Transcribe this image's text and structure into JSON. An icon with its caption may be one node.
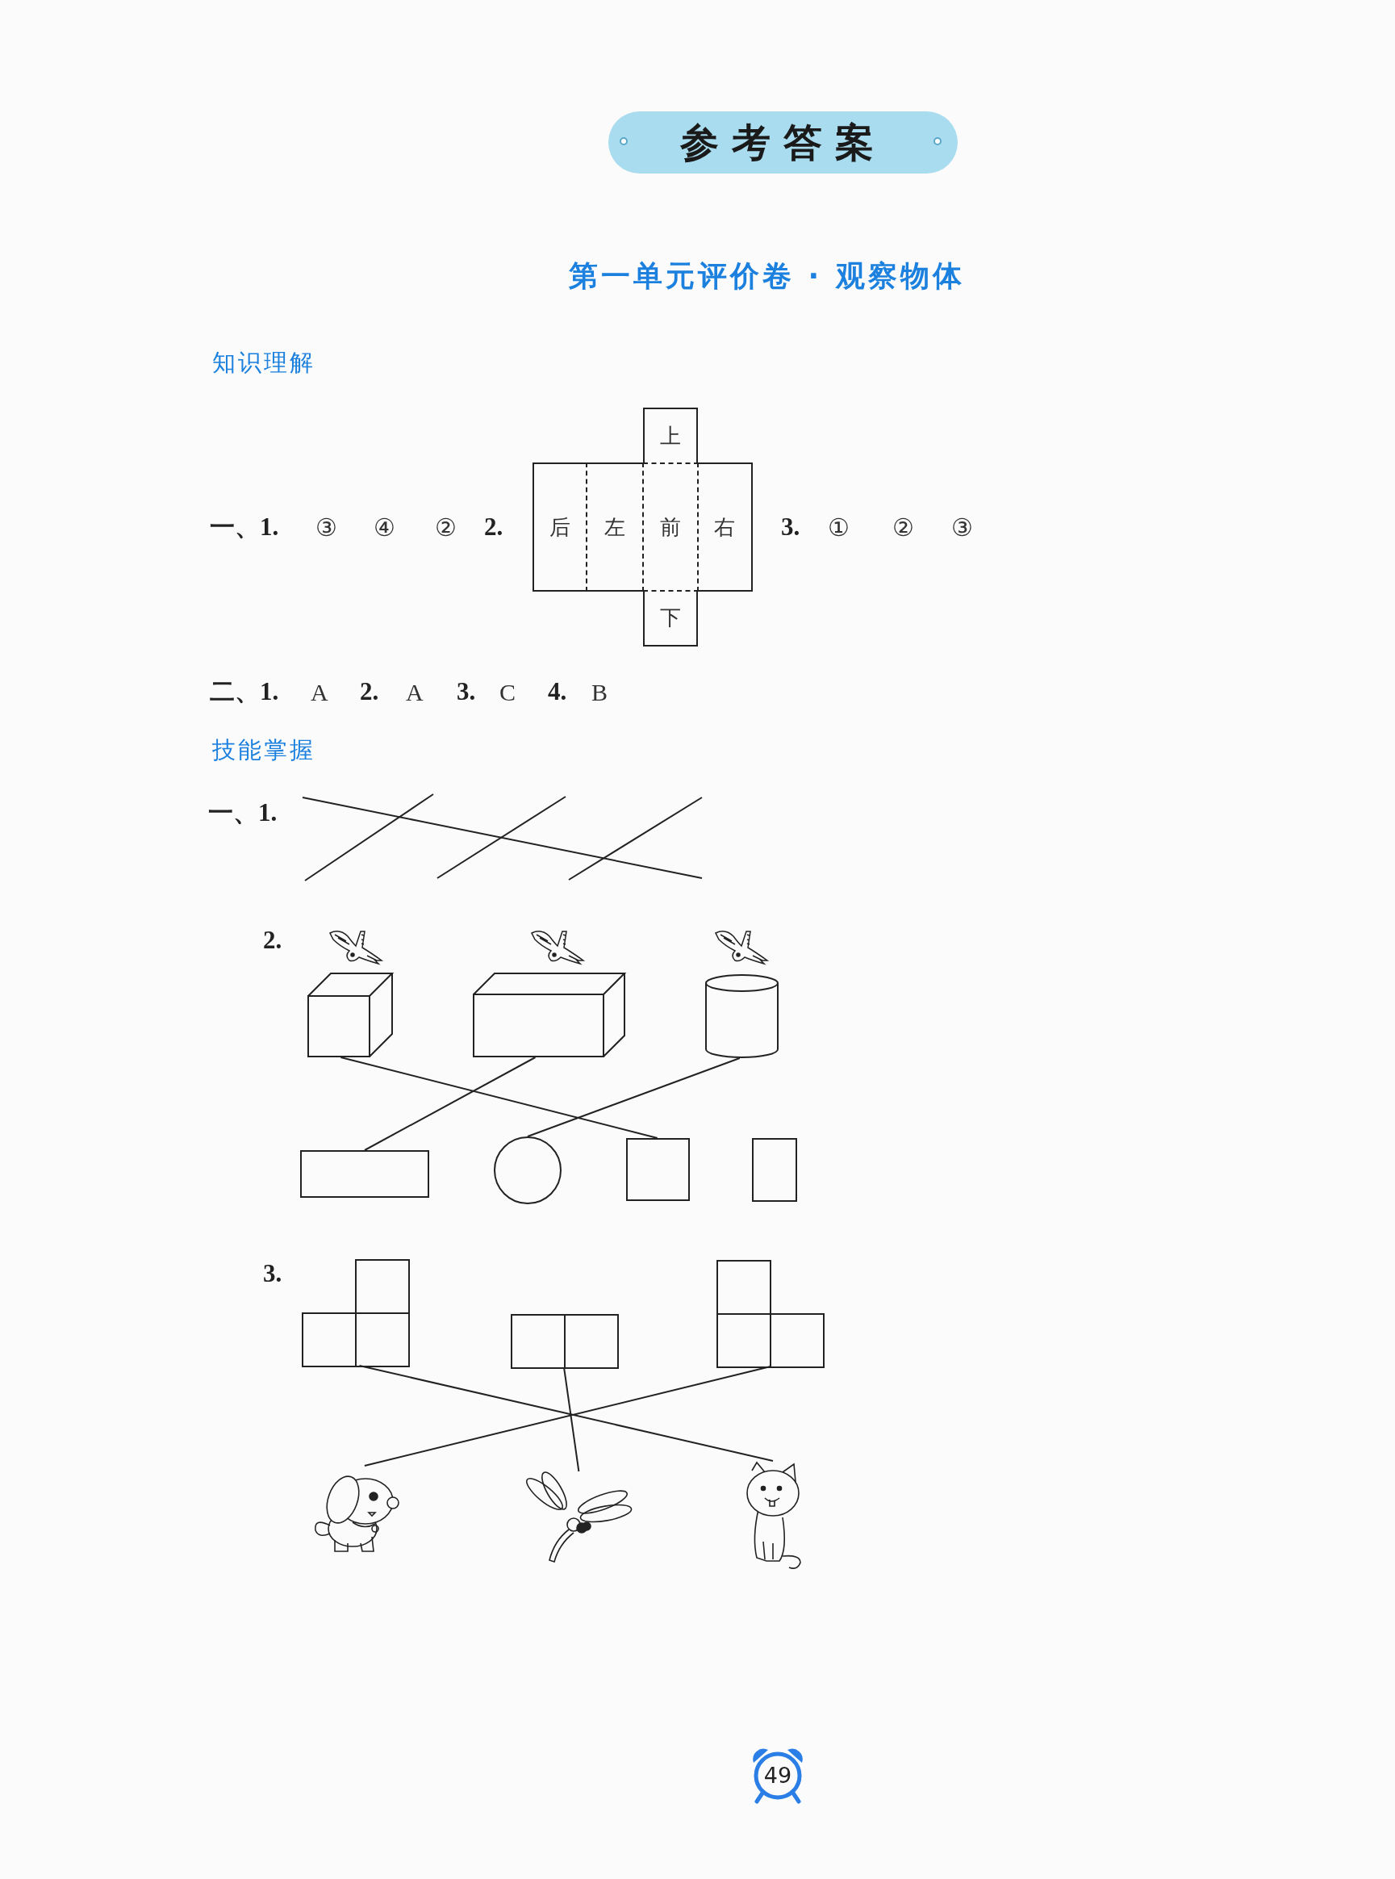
{
  "diagram": {
    "title": "参考答案",
    "nodes": [
      {
        "text": [
          "上"
        ]
      },
      {
        "text": [
          "后"
        ]
      },
      {
        "text": [
          "左"
        ]
      },
      {
        "text": [
          "前"
        ]
      },
      {
        "text": [
          "右"
        ]
      },
      {
        "text": [
          "下"
        ]
      },
      {
        "text": [],
        "shape": "cube"
      },
      {
        "text": [],
        "shape": "cuboid"
      },
      {
        "text": [],
        "shape": "cylinder"
      },
      {
        "text": [],
        "shape": "box"
      },
      {
        "text": [],
        "shape": "circle"
      },
      {
        "text": [],
        "shape": "box"
      },
      {
        "text": [],
        "shape": "box"
      },
      {
        "text": [],
        "shape": "box"
      },
      {
        "text": [],
        "shape": "box"
      },
      {
        "text": [],
        "shape": "box"
      },
      {
        "text": [],
        "shape": "picture"
      },
      {
        "text": [],
        "shape": "picture"
      },
      {
        "text": [],
        "shape": "picture"
      },
      {
        "text": [
          "49"
        ]
      }
    ],
    "edges": [
      {
        "from": 6,
        "to": 11,
        "arrow": "none"
      },
      {
        "from": 7,
        "to": 9,
        "arrow": "none"
      },
      {
        "from": 8,
        "to": 10,
        "arrow": "none"
      },
      {
        "from": 13,
        "to": 18,
        "arrow": "none"
      },
      {
        "from": 14,
        "to": 17,
        "arrow": "none"
      },
      {
        "from": 15,
        "to": 16,
        "arrow": "none"
      }
    ],
    "labels": [
      "第一单元评价卷 · 观察物体",
      "知识理解",
      "一、1.",
      "③",
      "④",
      "②",
      "2.",
      "3.",
      "①",
      "②",
      "③",
      "二、1.",
      "A",
      "2.",
      "A",
      "3.",
      "C",
      "4.",
      "B",
      "技能掌握",
      "一、1.",
      "2.",
      "3."
    ]
  }
}
